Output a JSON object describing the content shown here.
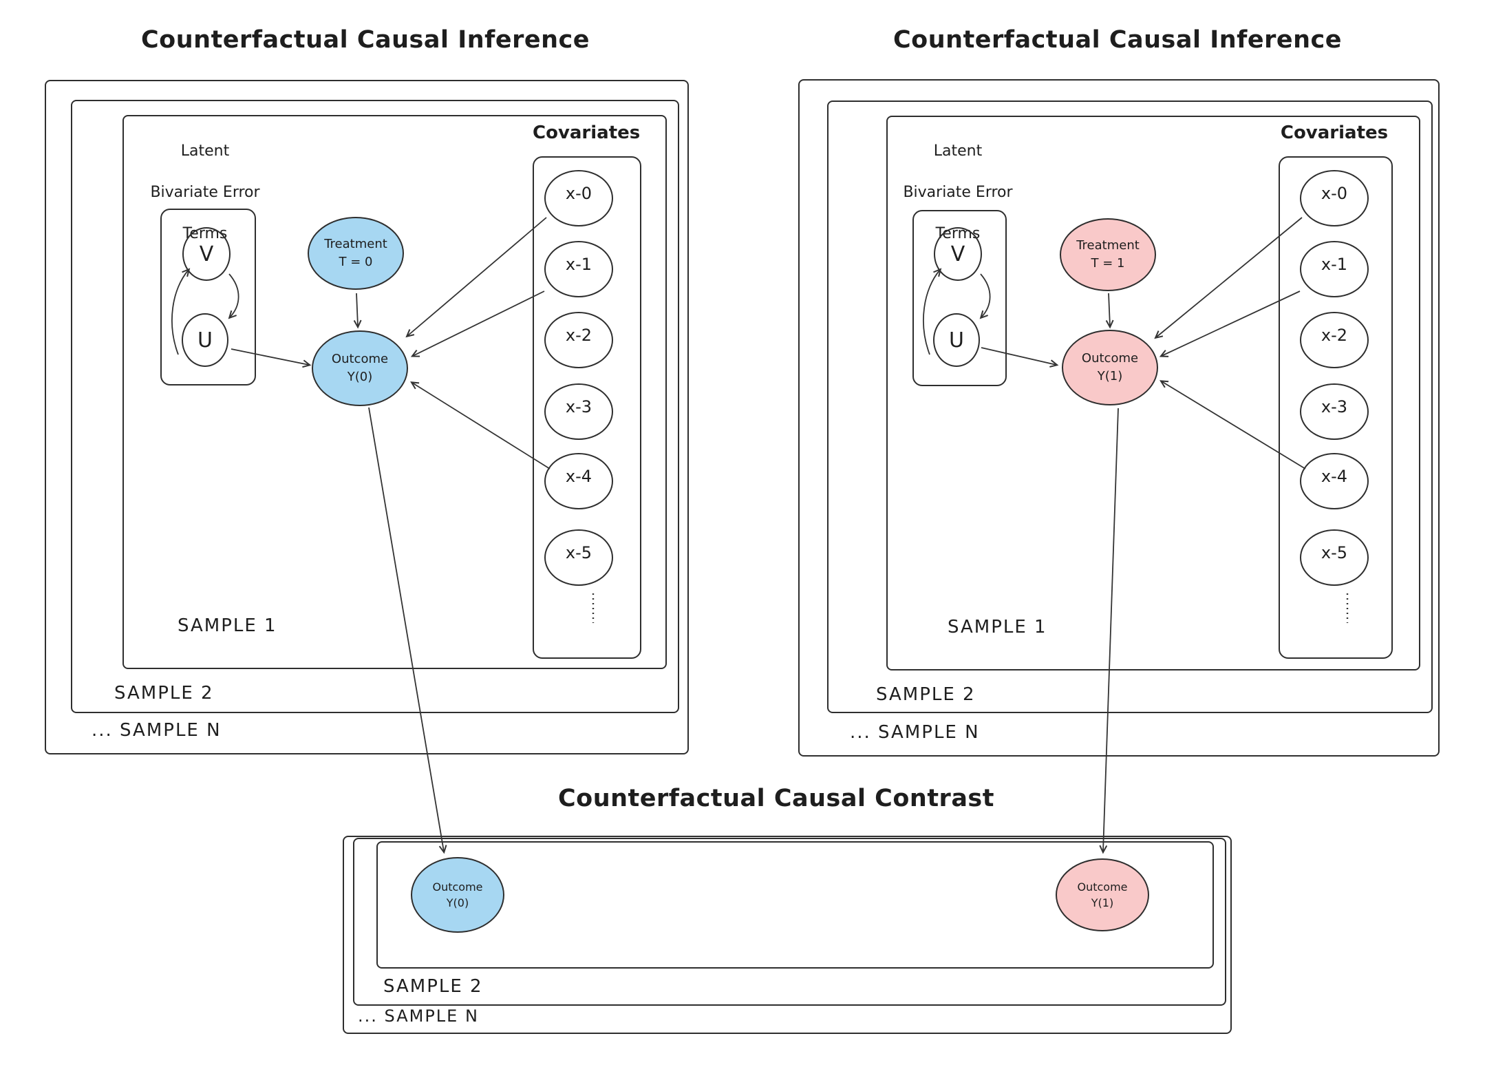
{
  "colors": {
    "blue": "#a7d7f2",
    "pink": "#f9c9c9",
    "stroke": "#2e2e2e",
    "arrow": "#333333",
    "text": "#1e1e1e"
  },
  "left_panel": {
    "title": "Counterfactual Causal Inference",
    "latent_line1": "Latent",
    "latent_line2": "Bivariate Error",
    "latent_line3": "Terms",
    "v_label": "V",
    "u_label": "U",
    "treatment": {
      "line1": "Treatment",
      "line2": "T = 0"
    },
    "outcome": {
      "line1": "Outcome",
      "line2": "Y(0)"
    },
    "covariates_title": "Covariates",
    "covariates": [
      "x-0",
      "x-1",
      "x-2",
      "x-3",
      "x-4",
      "x-5"
    ],
    "sample1": "SAMPLE 1",
    "sample2": "SAMPLE 2",
    "sampleN": "... SAMPLE N"
  },
  "right_panel": {
    "title": "Counterfactual Causal Inference",
    "latent_line1": "Latent",
    "latent_line2": "Bivariate Error",
    "latent_line3": "Terms",
    "v_label": "V",
    "u_label": "U",
    "treatment": {
      "line1": "Treatment",
      "line2": "T = 1"
    },
    "outcome": {
      "line1": "Outcome",
      "line2": "Y(1)"
    },
    "covariates_title": "Covariates",
    "covariates": [
      "x-0",
      "x-1",
      "x-2",
      "x-3",
      "x-4",
      "x-5"
    ],
    "sample1": "SAMPLE 1",
    "sample2": "SAMPLE 2",
    "sampleN": "... SAMPLE N"
  },
  "contrast_panel": {
    "title": "Counterfactual Causal Contrast",
    "outcome0": {
      "line1": "Outcome",
      "line2": "Y(0)"
    },
    "outcome1": {
      "line1": "Outcome",
      "line2": "Y(1)"
    },
    "sample2": "SAMPLE 2",
    "sampleN": "... SAMPLE N"
  }
}
